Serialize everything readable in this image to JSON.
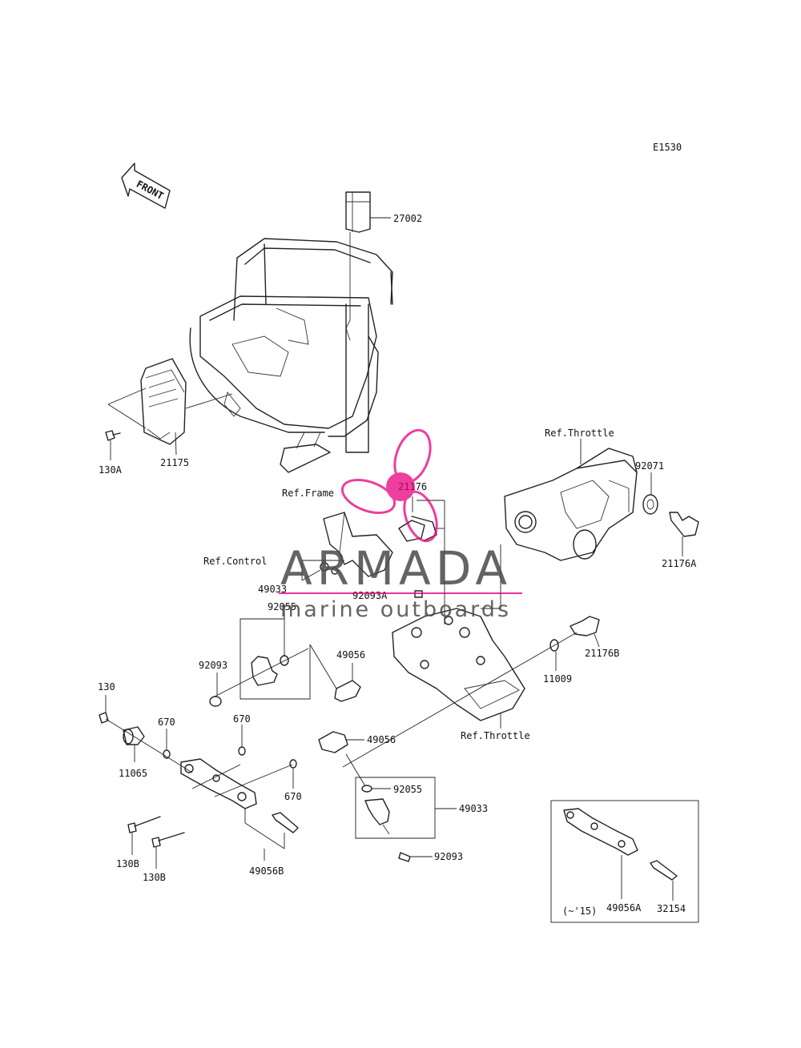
{
  "diagram_code": "E1530",
  "front_marker": "FRONT",
  "parts": {
    "p27002": "27002",
    "p21175": "21175",
    "p130A": "130A",
    "ref_frame": "Ref.Frame",
    "p21176": "21176",
    "ref_throttle_top": "Ref.Throttle",
    "p92071": "92071",
    "p21176A": "21176A",
    "ref_control": "Ref.Control",
    "p92093A": "92093A",
    "p49033_top": "49033",
    "p92055_top": "92055",
    "p92093_top": "92093",
    "p49056_top": "49056",
    "p11009": "11009",
    "p21176B": "21176B",
    "ref_throttle_bottom": "Ref.Throttle",
    "p130": "130",
    "p670_a": "670",
    "p670_b": "670",
    "p11065": "11065",
    "p49056_mid": "49056",
    "p670_c": "670",
    "p92055_bottom": "92055",
    "p49033_bottom": "49033",
    "p92093_bottom": "92093",
    "p130B_a": "130B",
    "p130B_b": "130B",
    "p49056B": "49056B",
    "p49056A": "49056A",
    "p32154": "32154",
    "inset_note": "(~'15)"
  },
  "watermark": {
    "brand": "ARMADA",
    "tagline": "marine outboards",
    "accent_color": "#e6007e"
  }
}
